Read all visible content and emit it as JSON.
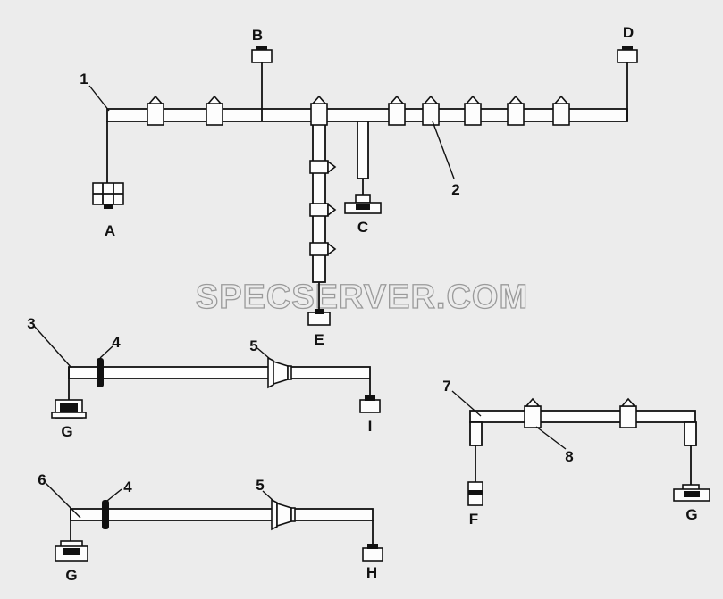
{
  "watermark": "SPECSERVER.COM",
  "parts": {
    "p1": "1",
    "p2": "2",
    "p3": "3",
    "p4a": "4",
    "p5a": "5",
    "p6": "6",
    "p4b": "4",
    "p5b": "5",
    "p7": "7",
    "p8": "8"
  },
  "connectors": {
    "A": "A",
    "B": "B",
    "C": "C",
    "D": "D",
    "E": "E",
    "G1": "G",
    "I": "I",
    "G2": "G",
    "H": "H",
    "F": "F",
    "G3": "G"
  }
}
